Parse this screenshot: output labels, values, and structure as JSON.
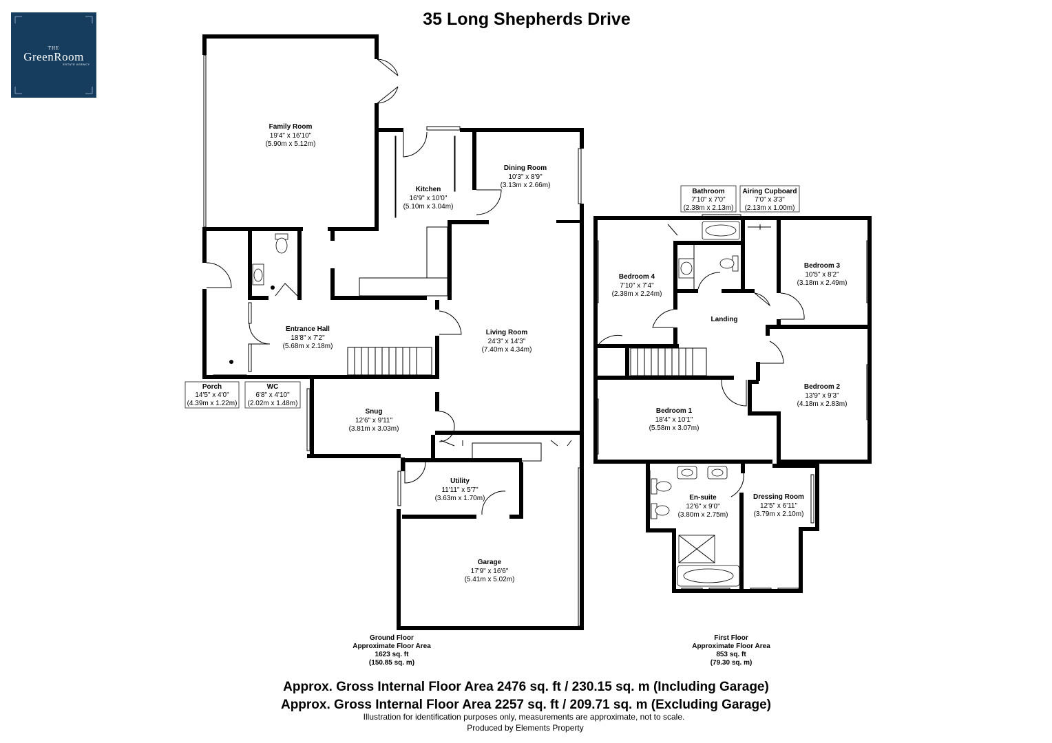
{
  "title": "35 Long Shepherds Drive",
  "brand": {
    "the": "THE",
    "name": "GreenRoom",
    "sub": "ESTATE AGENCY",
    "color": "#163d5e"
  },
  "ground_floor": {
    "label": "Ground Floor",
    "area_label": "Approximate Floor Area",
    "sqft": "1623 sq. ft",
    "sqm": "(150.85 sq. m)",
    "rooms": [
      {
        "name": "Family Room",
        "imperial": "19'4\" x 16'10\"",
        "metric": "(5.90m x 5.12m)"
      },
      {
        "name": "Kitchen",
        "imperial": "16'9\" x 10'0\"",
        "metric": "(5.10m x 3.04m)"
      },
      {
        "name": "Dining Room",
        "imperial": "10'3\" x 8'9\"",
        "metric": "(3.13m x 2.66m)"
      },
      {
        "name": "Entrance Hall",
        "imperial": "18'8\" x 7'2\"",
        "metric": "(5.68m x 2.18m)"
      },
      {
        "name": "Living Room",
        "imperial": "24'3\" x 14'3\"",
        "metric": "(7.40m x 4.34m)"
      },
      {
        "name": "Porch",
        "imperial": "14'5\" x 4'0\"",
        "metric": "(4.39m x 1.22m)"
      },
      {
        "name": "WC",
        "imperial": "6'8\" x 4'10\"",
        "metric": "(2.02m x 1.48m)"
      },
      {
        "name": "Snug",
        "imperial": "12'6\" x 9'11\"",
        "metric": "(3.81m x 3.03m)"
      },
      {
        "name": "Utility",
        "imperial": "11'11\" x 5'7\"",
        "metric": "(3.63m x 1.70m)"
      },
      {
        "name": "Garage",
        "imperial": "17'9\" x 16'6\"",
        "metric": "(5.41m x 5.02m)"
      }
    ]
  },
  "first_floor": {
    "label": "First Floor",
    "area_label": "Approximate Floor Area",
    "sqft": "853 sq. ft",
    "sqm": "(79.30 sq. m)",
    "rooms": [
      {
        "name": "Bathroom",
        "imperial": "7'10\" x 7'0\"",
        "metric": "(2.38m x 2.13m)"
      },
      {
        "name": "Airing Cupboard",
        "imperial": "7'0\" x 3'3\"",
        "metric": "(2.13m x 1.00m)"
      },
      {
        "name": "Bedroom 4",
        "imperial": "7'10\" x 7'4\"",
        "metric": "(2.38m x 2.24m)"
      },
      {
        "name": "Bedroom 3",
        "imperial": "10'5\" x 8'2\"",
        "metric": "(3.18m x 2.49m)"
      },
      {
        "name": "Landing",
        "imperial": "",
        "metric": ""
      },
      {
        "name": "Bedroom 2",
        "imperial": "13'9\" x 9'3\"",
        "metric": "(4.18m x 2.83m)"
      },
      {
        "name": "Bedroom 1",
        "imperial": "18'4\" x 10'1\"",
        "metric": "(5.58m x 3.07m)"
      },
      {
        "name": "En-suite",
        "imperial": "12'6\" x 9'0\"",
        "metric": "(3.80m x 2.75m)"
      },
      {
        "name": "Dressing Room",
        "imperial": "12'5\" x 6'11\"",
        "metric": "(3.79m x 2.10m)"
      }
    ]
  },
  "totals": {
    "including": "Approx. Gross Internal Floor Area 2476 sq. ft / 230.15 sq. m (Including Garage)",
    "excluding": "Approx. Gross Internal Floor Area 2257 sq. ft / 209.71 sq. m (Excluding Garage)"
  },
  "disclaimer": "Illustration for identification purposes only, measurements are approximate, not to scale.",
  "producer": "Produced by Elements Property"
}
